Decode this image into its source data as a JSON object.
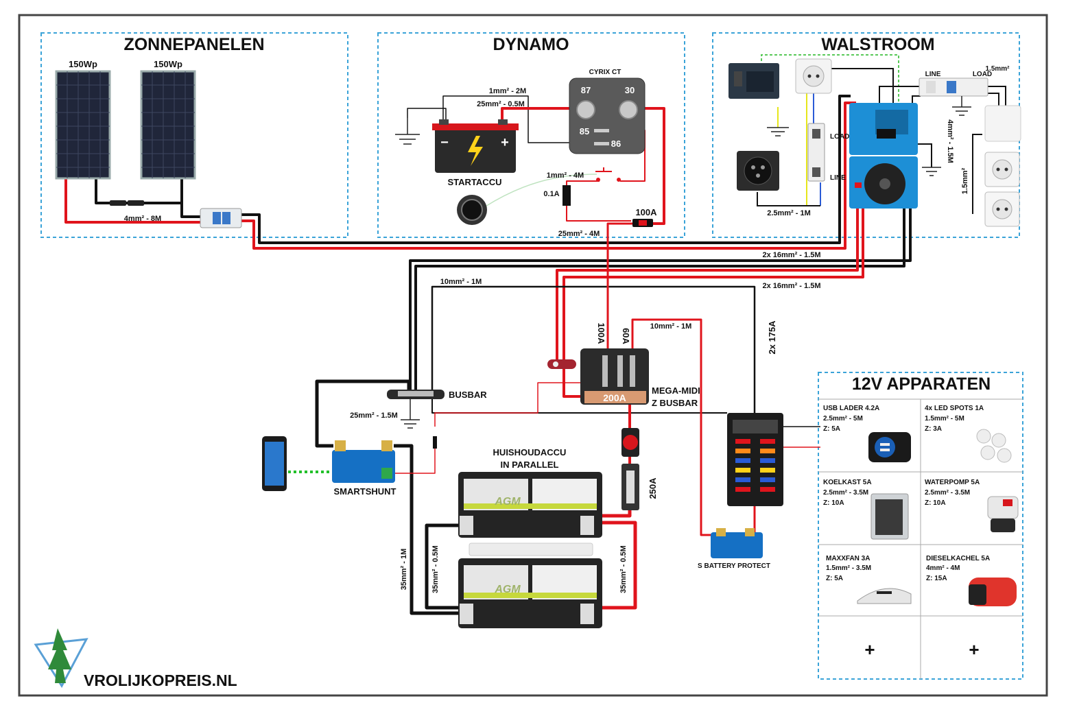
{
  "brand": {
    "site": "VROLIJKOPREIS.NL"
  },
  "sections": {
    "solar": {
      "title": "ZONNEPANELEN",
      "panel_left": "150Wp",
      "panel_right": "150Wp",
      "cable": "4mm² - 8M"
    },
    "dynamo": {
      "title": "DYNAMO",
      "relay": "CYRIX CT",
      "pin_87": "87",
      "pin_30": "30",
      "pin_85": "85",
      "pin_86": "86",
      "cable_signal": "1mm² - 2M",
      "cable_main": "25mm² - 0.5M",
      "cable_switch": "1mm² - 4M",
      "fuse_small": "0.1A",
      "battery": "STARTACCU",
      "fuse_100": "100A",
      "cable_out": "25mm² - 4M",
      "bat_minus": "−",
      "bat_plus": "+"
    },
    "shore": {
      "title": "WALSTROOM",
      "label_load1": "LOAD",
      "label_line1": "LINE",
      "label_line2": "LINE",
      "label_load2": "LOAD",
      "cable_top": "1.5mm²",
      "cable_inverter": "4mm² - 1.5M",
      "cable_sockets": "1.5mm²",
      "cable_inlet": "2.5mm² - 1M"
    }
  },
  "wiring": {
    "cable_16_a": "2x 16mm² - 1.5M",
    "cable_16_b": "2x 16mm² - 1.5M",
    "cable_10_busbar": "10mm² - 1M",
    "cable_10_bp": "10mm² - 1M",
    "fuse_175": "2x 175A",
    "fuse_100v": "100A",
    "fuse_60v": "60A",
    "busbar": "BUSBAR",
    "busbar_cable": "25mm² - 1.5M",
    "megamidi_1": "MEGA-MIDI",
    "megamidi_2": "Z BUSBAR",
    "fuse_200": "200A",
    "fuse_250": "250A",
    "smartshunt": "SMARTSHUNT",
    "battery_title_1": "HUISHOUDACCU",
    "battery_title_2": "IN PARALLEL",
    "cable_35_1m": "35mm² - 1M",
    "cable_35_05a": "35mm² - 0.5M",
    "cable_35_05b": "35mm² - 0.5M",
    "battery_protect": "S BATTERY PROTECT",
    "agm": "AGM"
  },
  "appliances": {
    "title": "12V APPARATEN",
    "items": [
      {
        "name": "USB LADER 4.2A",
        "cable": "2.5mm² - 5M",
        "fuse": "Z: 5A"
      },
      {
        "name": "4x LED SPOTS 1A",
        "cable": "1.5mm² - 5M",
        "fuse": "Z: 3A"
      },
      {
        "name": "KOELKAST 5A",
        "cable": "2.5mm² - 3.5M",
        "fuse": "Z: 10A"
      },
      {
        "name": "WATERPOMP 5A",
        "cable": "2.5mm² - 3.5M",
        "fuse": "Z: 10A"
      },
      {
        "name": "MAXXFAN 3A",
        "cable": "1.5mm² - 3.5M",
        "fuse": "Z: 5A"
      },
      {
        "name": "DIESELKACHEL 5A",
        "cable": "4mm² - 4M",
        "fuse": "Z: 15A"
      }
    ],
    "add_left": "+",
    "add_right": "+"
  },
  "colors": {
    "positive": "#e0141c",
    "negative": "#111111",
    "section_border": "#3aa3d8",
    "ground": "#8ccd3c",
    "phone_link": "#22c02a"
  }
}
